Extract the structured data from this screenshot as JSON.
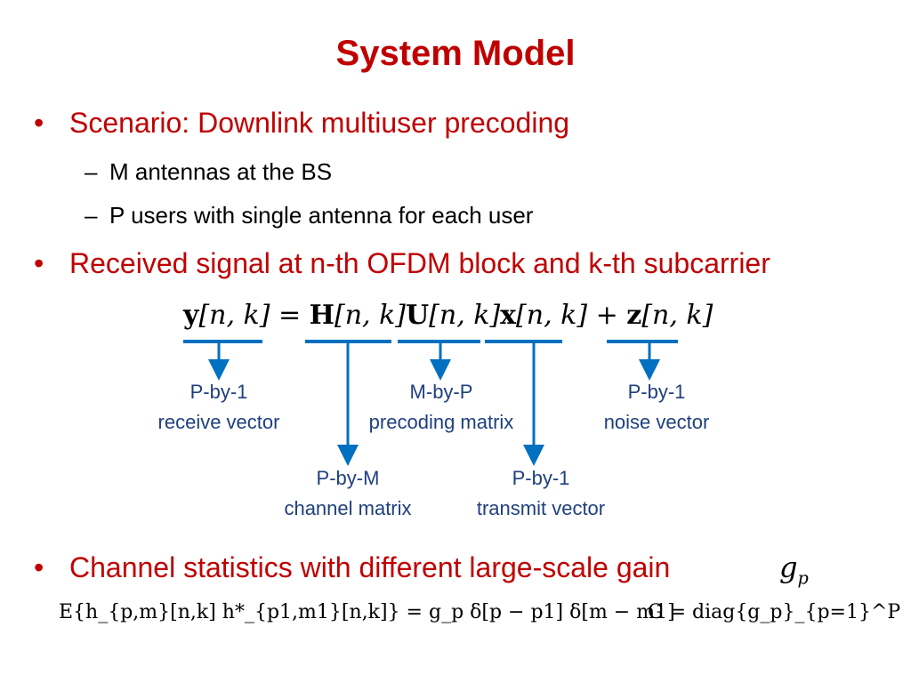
{
  "slide": {
    "title": "System Model",
    "bullets": [
      {
        "text": "Scenario: Downlink multiuser precoding",
        "subs": [
          "M antennas at the BS",
          "P users with single antenna for each user"
        ]
      },
      {
        "text": "Received signal at n-th OFDM block and k-th subcarrier"
      },
      {
        "text": "Channel statistics with different large-scale gain"
      }
    ],
    "bullet_glyph": "•",
    "dash_glyph": "–",
    "equation": {
      "y": "y",
      "H": "H",
      "U": "U",
      "x": "x",
      "z": "z",
      "arg": "[n, k]",
      "eq": "=",
      "plus": "+"
    },
    "labels": [
      {
        "line1": "P-by-1",
        "line2": "receive vector"
      },
      {
        "line1": "P-by-M",
        "line2": "channel matrix"
      },
      {
        "line1": "M-by-P",
        "line2": "precoding matrix"
      },
      {
        "line1": "P-by-1",
        "line2": "transmit vector"
      },
      {
        "line1": "P-by-1",
        "line2": "noise vector"
      }
    ],
    "gain_symbol": "g",
    "gain_sub": "p",
    "stats_formula": "E{h_{p,m}[n,k] h*_{p1,m1}[n,k]} = g_p δ[p − p1] δ[m − m1]",
    "diag_formula": "G = diag{g_p}_{p=1}^P",
    "accent_color": "#c00000",
    "arrow_color": "#0070c0"
  }
}
